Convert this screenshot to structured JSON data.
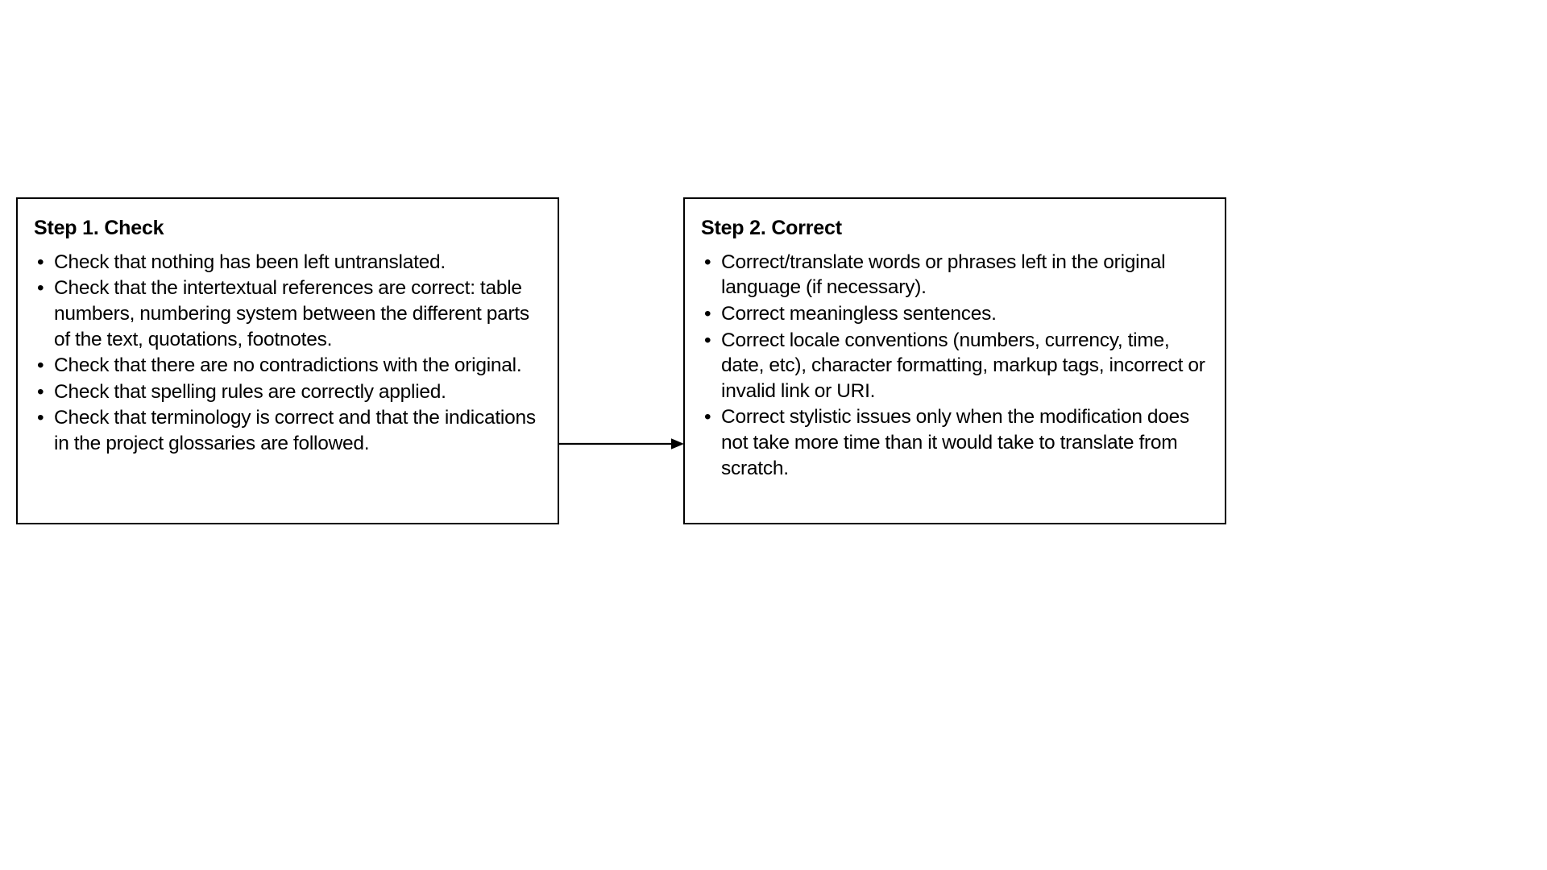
{
  "diagram": {
    "type": "process-flow",
    "background_color": "#ffffff",
    "border_color": "#000000",
    "text_color": "#000000",
    "connector": {
      "name": "arrow-step1-to-step2",
      "direction": "left-to-right",
      "style": "solid-line-with-filled-arrowhead",
      "color": "#000000"
    },
    "boxes": [
      {
        "id": "step-1",
        "title": "Step 1. Check",
        "bullet_glyph": "•",
        "bullets": [
          "Check that nothing has been left untranslated.",
          "Check that the intertextual references are correct: table numbers, numbering system between the different parts of the text, quotations, footnotes.",
          "Check that there are no contradictions with the original.",
          "Check that spelling rules are correctly applied.",
          "Check that terminology is correct and that the indications in the project glossaries are followed."
        ]
      },
      {
        "id": "step-2",
        "title": "Step 2. Correct",
        "bullet_glyph": "•",
        "bullets": [
          "Correct/translate words or phrases left in the original language (if necessary).",
          "Correct meaningless sentences.",
          "Correct locale conventions (numbers, currency, time, date, etc), character formatting, markup tags, incorrect or invalid link or URI.",
          "Correct stylistic issues only when the modification does not take more time than it would take to translate from scratch."
        ]
      }
    ]
  }
}
